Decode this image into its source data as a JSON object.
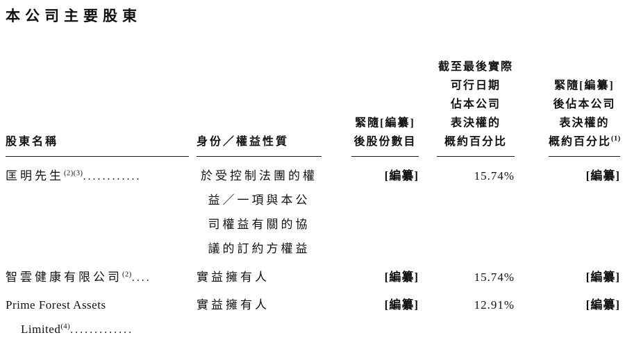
{
  "title": "本公司主要股東",
  "table": {
    "headers": {
      "shareholder": "股東名稱",
      "identity": "身份／權益性質",
      "shares_after": [
        "緊隨[編纂]",
        "後股份數目"
      ],
      "pct_current": [
        "截至最後實際",
        "可行日期",
        "佔本公司",
        "表決權的",
        "概約百分比"
      ],
      "pct_after": [
        "緊隨[編纂]",
        "後佔本公司",
        "表決權的",
        "概約百分比"
      ],
      "pct_after_sup": "(1)"
    },
    "rows": [
      {
        "name": "匡明先生",
        "name_sup": "(2)(3)",
        "leader_dots": "............",
        "identity_lines": [
          "於受控制法團的權",
          "益／一項與本公",
          "司權益有關的協",
          "議的訂約方權益"
        ],
        "shares_after": "[編纂]",
        "pct_current": "15.74%",
        "pct_after": "[編纂]"
      },
      {
        "name": "智雲健康有限公司",
        "name_sup": "(2)",
        "leader_dots": "....",
        "identity_lines": [
          "實益擁有人"
        ],
        "shares_after": "[編纂]",
        "pct_current": "15.74%",
        "pct_after": "[編纂]"
      },
      {
        "name_line1": "Prime Forest Assets",
        "name_line2": "Limited",
        "name_sup": "(4)",
        "leader_dots": ".............",
        "identity_lines": [
          "實益擁有人"
        ],
        "shares_after": "[編纂]",
        "pct_current": "12.91%",
        "pct_after": "[編纂]"
      }
    ]
  }
}
